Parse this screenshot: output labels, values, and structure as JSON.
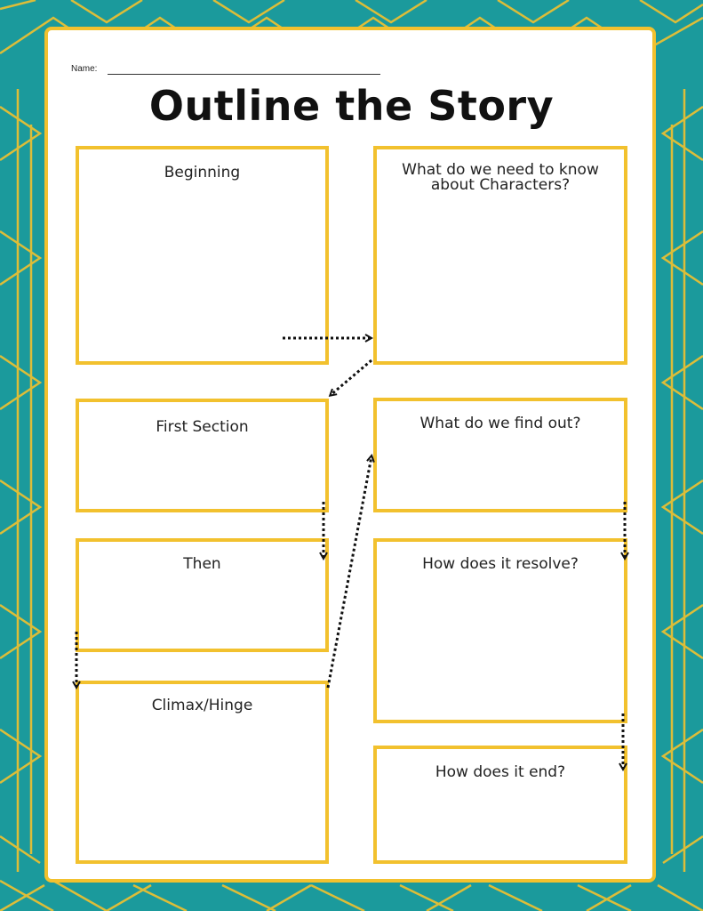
{
  "worksheet": {
    "name_label": "Name:",
    "title": "Outline the Story",
    "boxes": [
      {
        "label": "Beginning"
      },
      {
        "label": "What do we need to know about Characters?"
      },
      {
        "label": "First Section"
      },
      {
        "label": "What do we find out?"
      },
      {
        "label": "Then"
      },
      {
        "label": "How does it resolve?"
      },
      {
        "label": "Climax/Hinge"
      },
      {
        "label": "How does it end?"
      }
    ]
  },
  "colors": {
    "background": "#1b9a9c",
    "accent": "#f2c12e",
    "paper": "#ffffff",
    "ink": "#111111"
  }
}
